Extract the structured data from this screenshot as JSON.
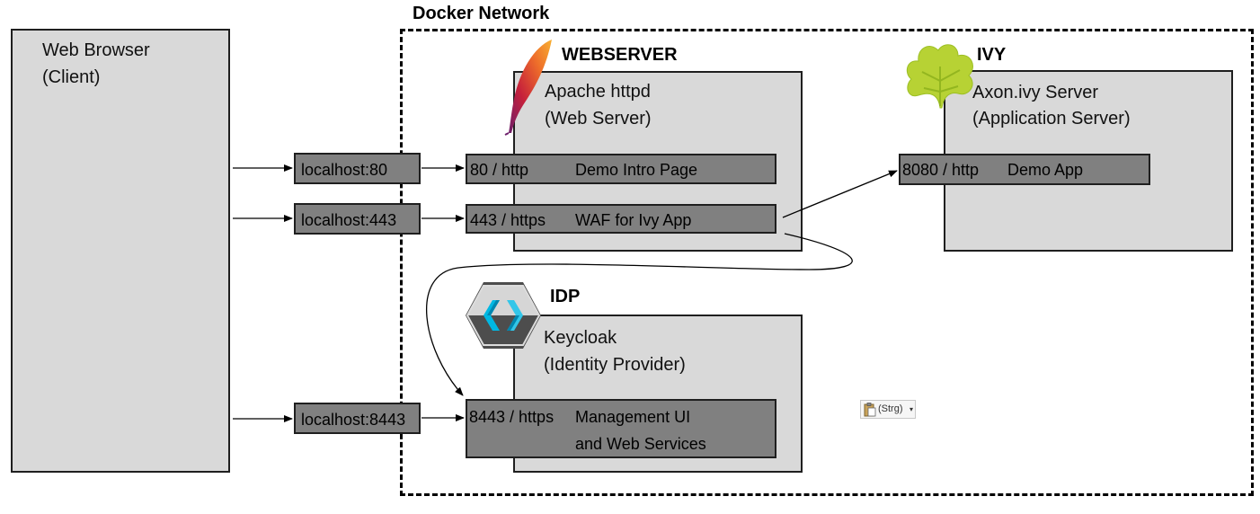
{
  "browser": {
    "line1": "Web Browser",
    "line2": "(Client)"
  },
  "network": {
    "title": "Docker Network"
  },
  "webserver": {
    "title": "WEBSERVER",
    "line1": "Apache httpd",
    "line2": "(Web Server)",
    "ports": [
      {
        "port": "80 / http",
        "desc": "Demo Intro Page"
      },
      {
        "port": "443 / https",
        "desc": "WAF for Ivy App"
      }
    ]
  },
  "ivy": {
    "title": "IVY",
    "line1": "Axon.ivy Server",
    "line2": "(Application Server)",
    "ports": [
      {
        "port": "8080 / http",
        "desc": "Demo App"
      }
    ]
  },
  "idp": {
    "title": "IDP",
    "line1": "Keycloak",
    "line2": "(Identity Provider)",
    "ports": [
      {
        "port": "8443 / https",
        "desc1": "Management UI",
        "desc2": "and Web Services"
      }
    ]
  },
  "hosts": [
    "localhost:80",
    "localhost:443",
    "localhost:8443"
  ],
  "paste_options": {
    "label": "(Strg)"
  },
  "icons": {
    "apache": "apache-feather-icon",
    "ivy": "ivy-leaf-icon",
    "keycloak": "keycloak-icon",
    "paste": "clipboard-icon"
  }
}
